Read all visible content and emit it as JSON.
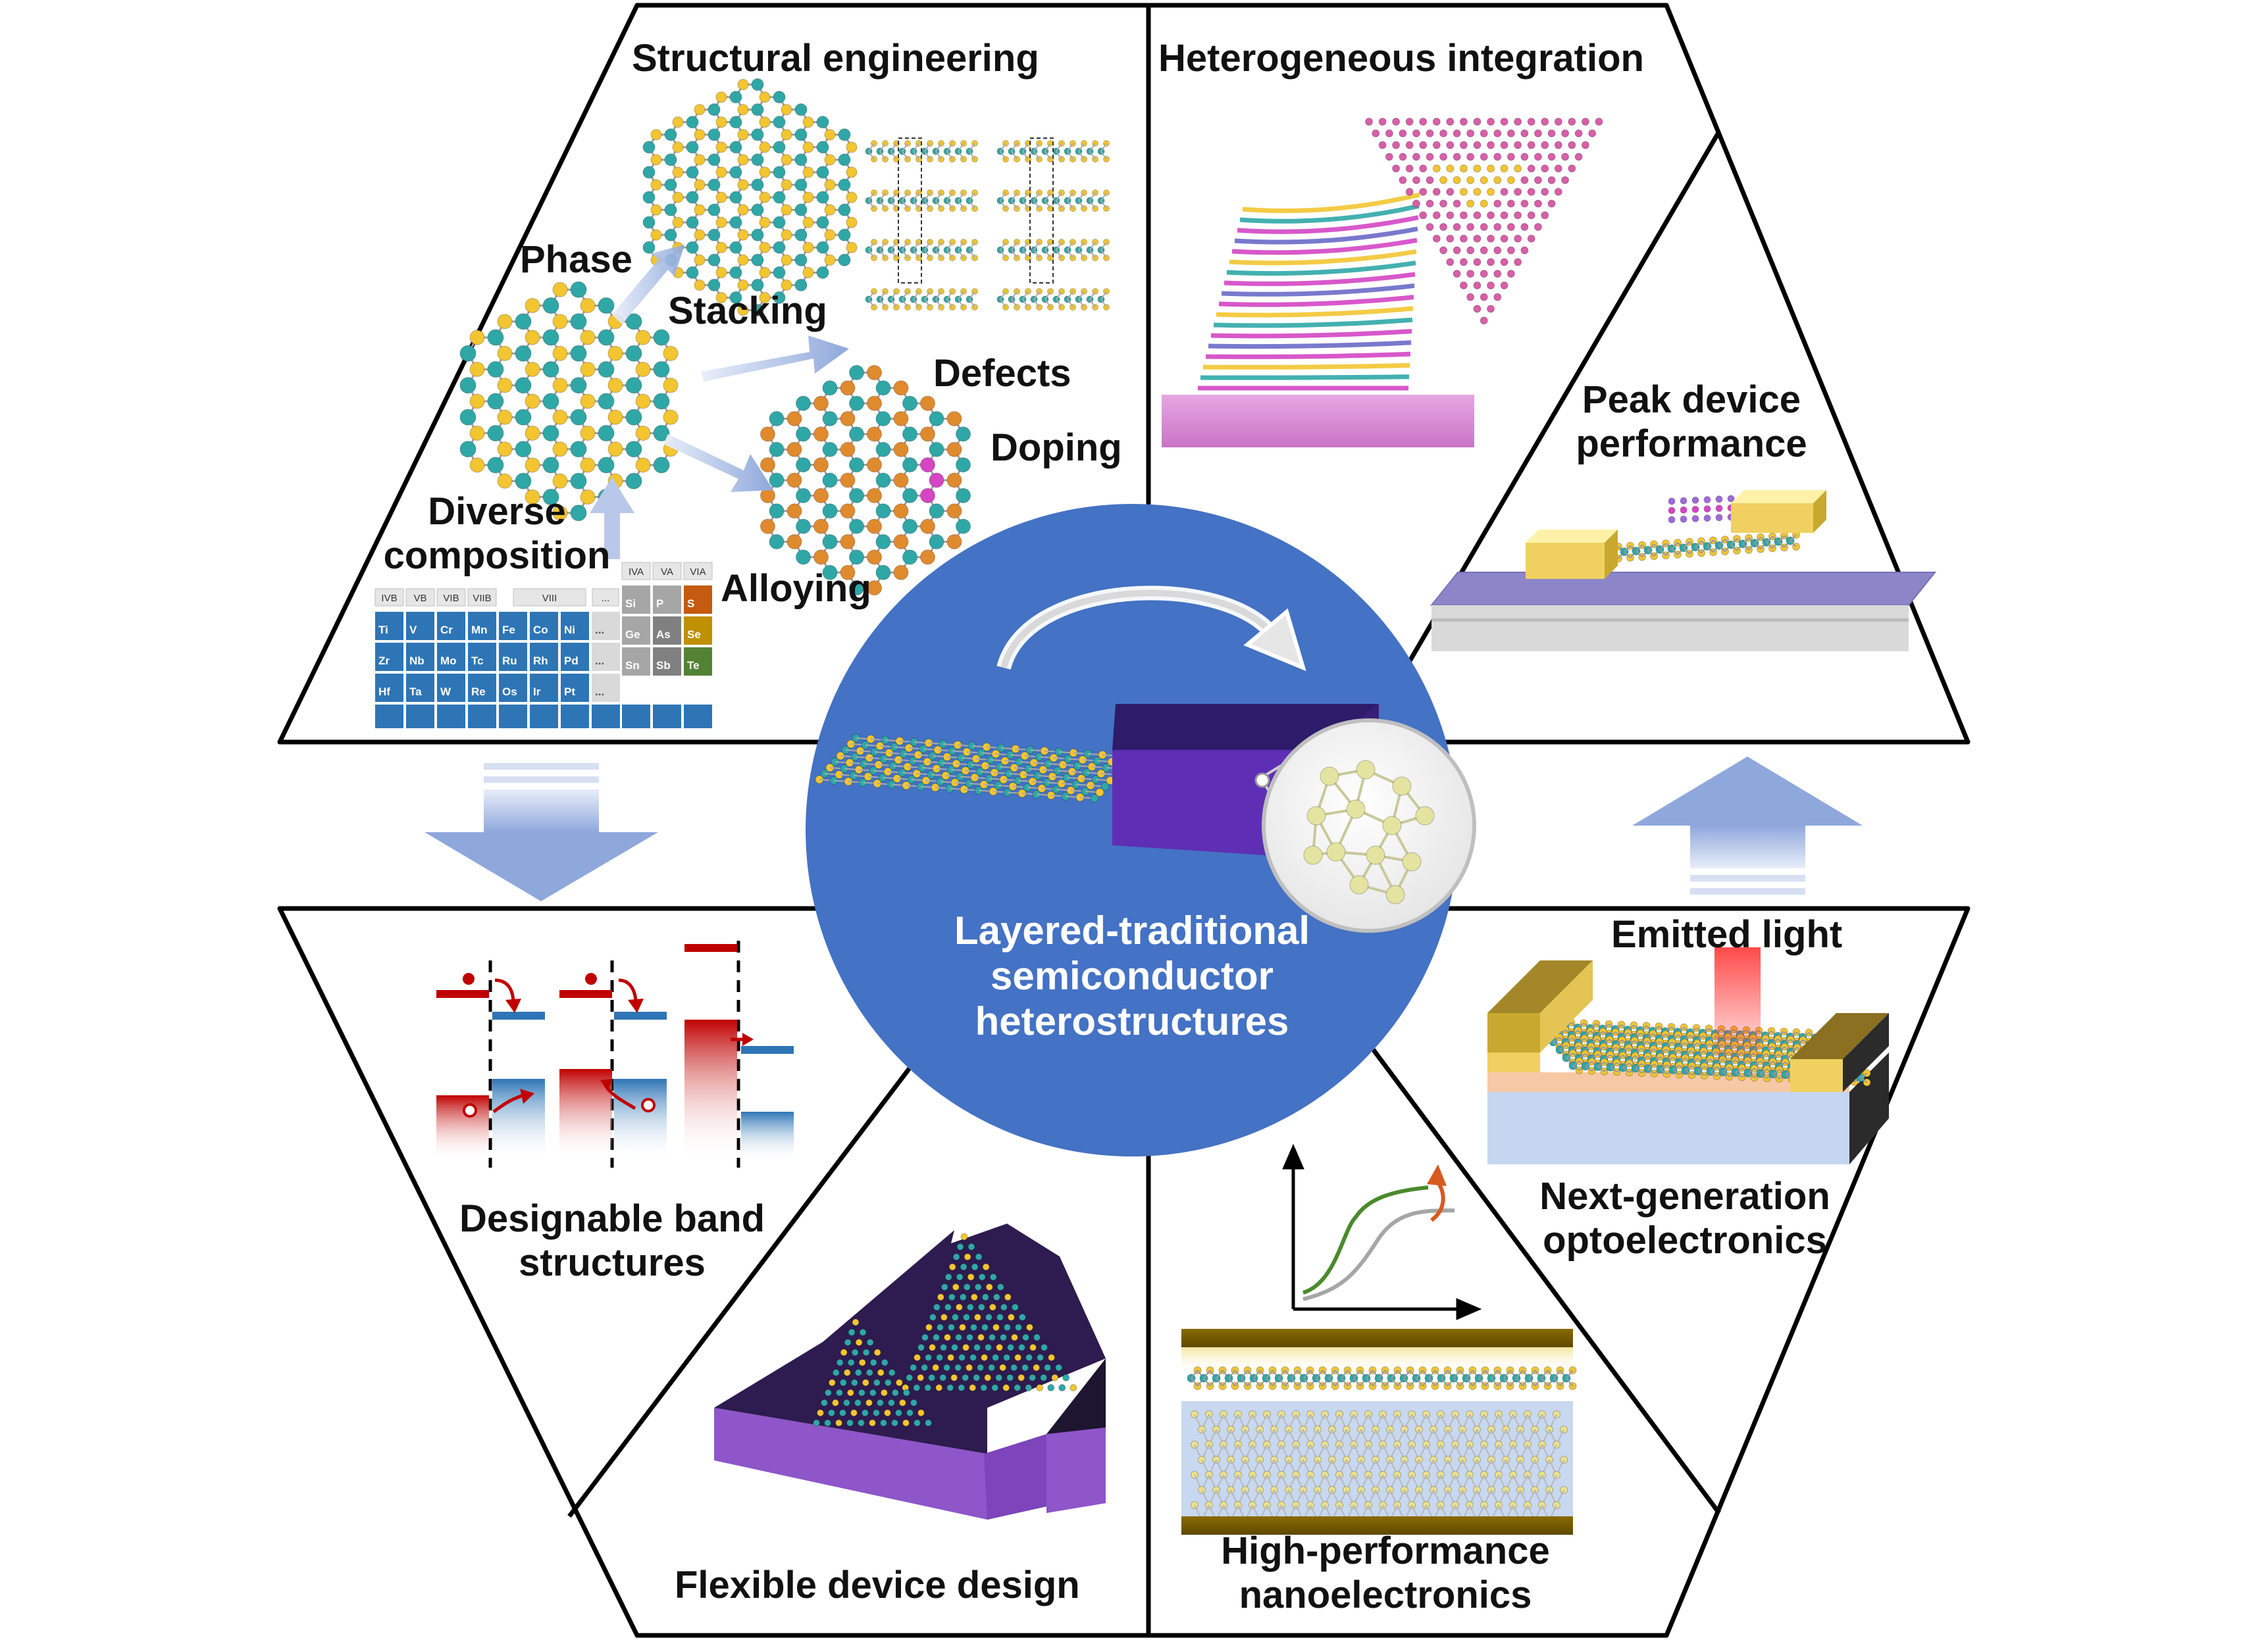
{
  "colors": {
    "outline": "#000000",
    "center_circle": "#4472C4",
    "center_text": "#ffffff",
    "arrow_blue": "#8FA8DC",
    "atom_teal": "#2FA7A7",
    "atom_yellow": "#F2C531",
    "atom_orange": "#E08A2E",
    "atom_pink": "#D446C4",
    "purple_block": "#5B2FA6",
    "purple_dark": "#2E1B4F",
    "substrate_purple": "#8C86C8",
    "gold": "#E8D27A",
    "band_red": "#C00000",
    "band_blue": "#2E75B6"
  },
  "center": {
    "line1": "Layered-traditional",
    "line2": "semiconductor",
    "line3": "heterostructures"
  },
  "panels": {
    "structural": {
      "title": "Structural engineering",
      "phase": "Phase",
      "stacking": "Stacking",
      "defects": "Defects",
      "doping": "Doping",
      "alloying": "Alloying",
      "composition_line1": "Diverse",
      "composition_line2": "composition"
    },
    "heterogeneous": {
      "title": "Heterogeneous integration"
    },
    "peak": {
      "line1": "Peak device",
      "line2": "performance"
    },
    "optoelectronics": {
      "emitted": "Emitted light",
      "line1": "Next-generation",
      "line2": "optoelectronics"
    },
    "nanoelectronics": {
      "line1": "High-performance",
      "line2": "nanoelectronics"
    },
    "flexible": {
      "title": "Flexible device design"
    },
    "band": {
      "line1": "Designable band",
      "line2": "structures"
    }
  },
  "periodic_table": {
    "headers": [
      "IVB",
      "VB",
      "VIB",
      "VIIB",
      "VIII",
      "...",
      "IVA",
      "VA",
      "VIA"
    ],
    "rows": [
      [
        "Ti",
        "V",
        "Cr",
        "Mn",
        "Fe",
        "Co",
        "Ni",
        "...",
        "Si",
        "P",
        "S"
      ],
      [
        "Zr",
        "Nb",
        "Mo",
        "Tc",
        "Ru",
        "Rh",
        "Pd",
        "...",
        "Ge",
        "As",
        "Se"
      ],
      [
        "Hf",
        "Ta",
        "W",
        "Re",
        "Os",
        "Ir",
        "Pt",
        "...",
        "Sn",
        "Sb",
        "Te"
      ]
    ]
  }
}
